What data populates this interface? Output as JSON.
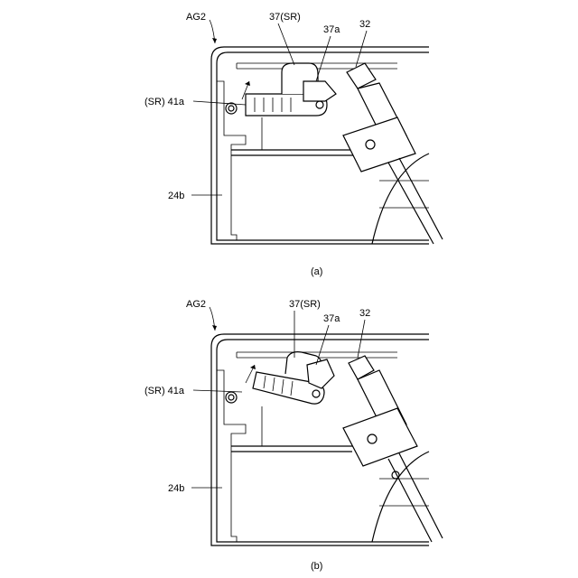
{
  "figure_a": {
    "labels": {
      "ag2": "AG2",
      "part37": "37(SR)",
      "part37a": "37a",
      "part32": "32",
      "part41a": "(SR) 41a",
      "part24b": "24b"
    },
    "caption": "(a)"
  },
  "figure_b": {
    "labels": {
      "ag2": "AG2",
      "part37": "37(SR)",
      "part37a": "37a",
      "part32": "32",
      "part41a": "(SR) 41a",
      "part24b": "24b"
    },
    "caption": "(b)"
  }
}
